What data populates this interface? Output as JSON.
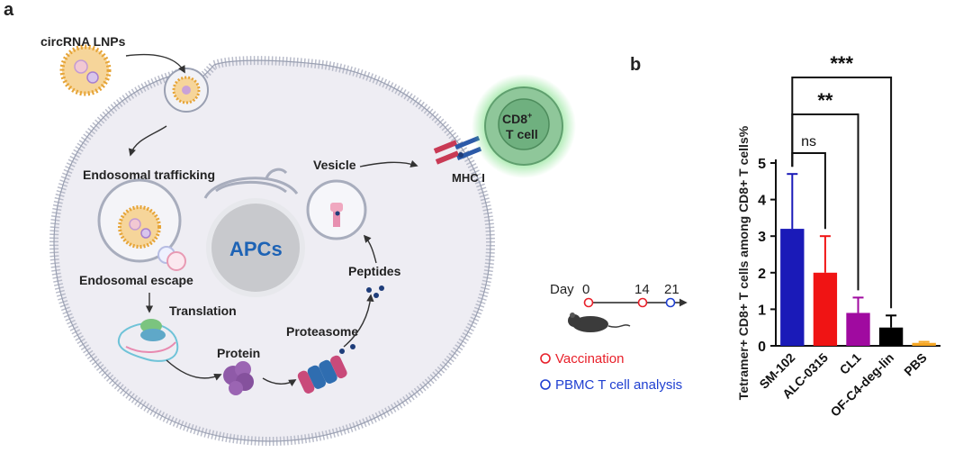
{
  "panel_a": {
    "letter": "a",
    "labels": {
      "lnp": "circRNA LNPs",
      "endo_traffic": "Endosomal trafficking",
      "endo_escape": "Endosomal escape",
      "translation": "Translation",
      "protein": "Protein",
      "proteasome": "Proteasome",
      "peptides": "Peptides",
      "vesicle": "Vesicle",
      "apcs": "APCs",
      "mhc": "MHC I",
      "tcell_line1": "CD8",
      "tcell_sup": "+",
      "tcell_line2": "T cell"
    }
  },
  "timeline": {
    "day_label": "Day",
    "days": [
      "0",
      "14",
      "21"
    ],
    "legend": [
      {
        "label": "Vaccination",
        "color": "#e8202a"
      },
      {
        "label": "PBMC T cell analysis",
        "color": "#1f3fd1"
      }
    ]
  },
  "panel_b": {
    "letter": "b"
  },
  "chart_data": {
    "type": "bar",
    "categories": [
      "SM-102",
      "ALC-0315",
      "CL1",
      "OF-C4-deg-lin",
      "PBS"
    ],
    "values": [
      3.2,
      2.0,
      0.9,
      0.5,
      0.08
    ],
    "errors": [
      1.5,
      1.0,
      0.42,
      0.33,
      0.03
    ],
    "colors": [
      "#1a1ab8",
      "#f01414",
      "#a00aa0",
      "#000000",
      "#f5a623"
    ],
    "ylabel": "Tetramer+ CD8+ T cells among CD8+ T cells%",
    "yticks": [
      "0",
      "1",
      "2",
      "3",
      "4",
      "5"
    ],
    "ylim": [
      0,
      5
    ],
    "significance": [
      {
        "label": "ns",
        "from": "SM-102",
        "to": "ALC-0315"
      },
      {
        "label": "**",
        "from": "SM-102",
        "to": "CL1"
      },
      {
        "label": "***",
        "from": "SM-102",
        "to": "OF-C4-deg-lin"
      }
    ]
  }
}
